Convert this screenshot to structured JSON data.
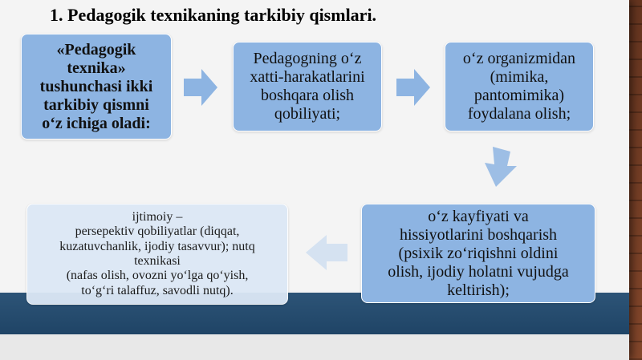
{
  "slide": {
    "title": "1. Pedagogik texnikaning tarkibiy qismlari.",
    "boxes": [
      {
        "text": "«Pedagogik\ntexnika»\ntushunchasi ikki\ntarkibiy qismni\no‘z ichiga oladi:"
      },
      {
        "text": "Pedagogning o‘z\nxatti-harakatlarini\nboshqara olish\nqobiliyati;"
      },
      {
        "text": "o‘z organizmidan\n(mimika,\npantomimika)\nfoydalana olish;"
      },
      {
        "text": "o‘z kayfiyati va\nhissiyotlarini boshqarish\n(psixik zo‘riqishni oldini\nolish, ijodiy holatni vujudga\nkeltirish);"
      },
      {
        "text": "ijtimoiy –\npersepektiv qobiliyatlar (diqqat,\nkuzatuvchanlik, ijodiy tasavvur); nutq\ntexnikasi\n(nafas olish, ovozni yo‘lga qo‘yish,\nto‘g‘ri talaffuz, savodli nutq)."
      }
    ]
  },
  "colors": {
    "box_fill": "#8db4e2",
    "arrow_fill": "#8db4e2",
    "band": "#2d5477"
  }
}
